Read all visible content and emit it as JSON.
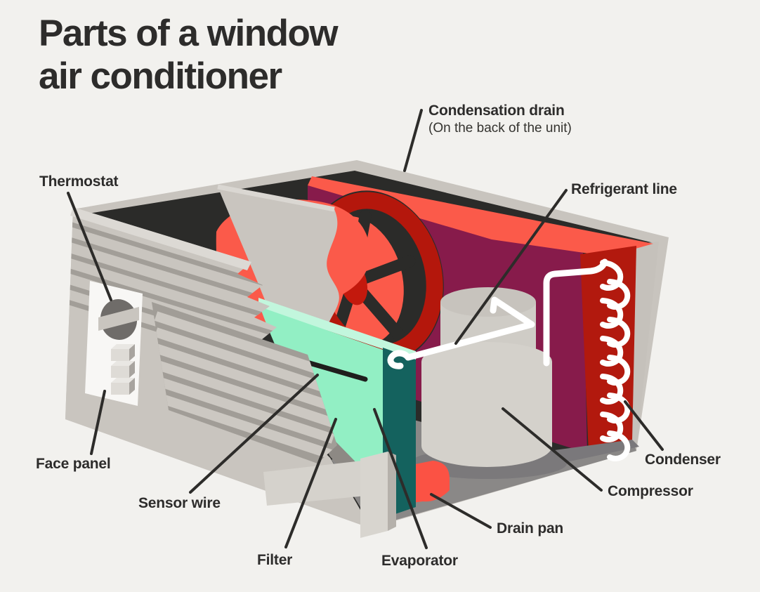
{
  "title": {
    "line1": "Parts of a window",
    "line2": "air conditioner"
  },
  "labels": {
    "condensation_drain": {
      "label": "Condensation drain",
      "note": "(On the back of the unit)"
    },
    "thermostat": {
      "label": "Thermostat"
    },
    "refrigerant_line": {
      "label": "Refrigerant line"
    },
    "face_panel": {
      "label": "Face panel"
    },
    "sensor_wire": {
      "label": "Sensor wire"
    },
    "filter": {
      "label": "Filter"
    },
    "evaporator": {
      "label": "Evaporator"
    },
    "drain_pan": {
      "label": "Drain pan"
    },
    "compressor": {
      "label": "Compressor"
    },
    "condenser": {
      "label": "Condenser"
    }
  },
  "palette": {
    "background": "#f2f1ee",
    "text": "#2d2c2b",
    "case_gray": "#c8c4be",
    "case_gray_light": "#dcd9d4",
    "interior_black": "#2b2b29",
    "back_panel_maroon": "#871b4b",
    "accent_salmon": "#fb5a4a",
    "condenser_dark_red": "#b2190e",
    "filter_mint": "#92efc4",
    "filter_mint_light": "#c2f6dd",
    "evaporator_teal": "#14625e",
    "floor_gray": "#8a8887",
    "pipe_white": "#ffffff"
  }
}
